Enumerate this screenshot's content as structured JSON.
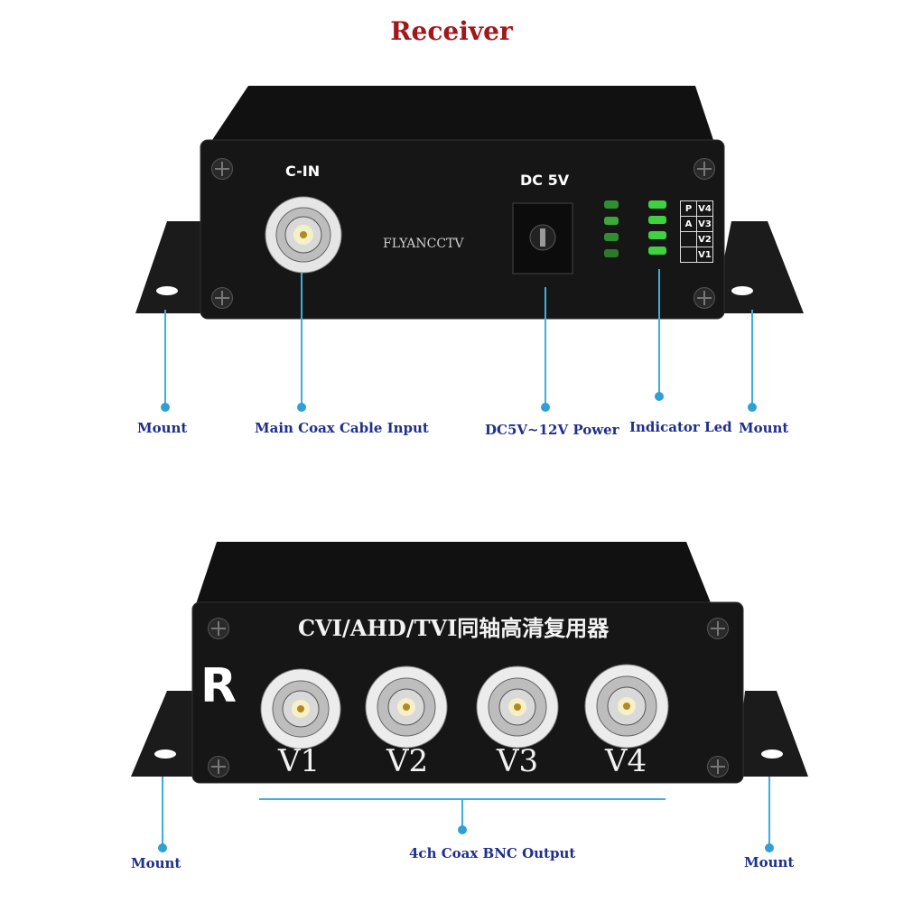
{
  "title": "Receiver",
  "colors": {
    "title": "#a3171b",
    "callout": "#1e2f8c",
    "line": "#3aaee0",
    "led": "#3fd13f"
  },
  "top_device": {
    "cin_label": "C-IN",
    "dc_label": "DC 5V",
    "brand": "FLYANCCTV",
    "led_table": [
      [
        "P",
        "V4"
      ],
      [
        "A",
        "V3"
      ],
      [
        "",
        "V2"
      ],
      [
        "",
        "V1"
      ]
    ]
  },
  "top_callouts": {
    "mount_left": "Mount",
    "coax_input": "Main Coax Cable Input",
    "power": "DC5V~12V Power",
    "indicator": "Indicator Led",
    "mount_right": "Mount"
  },
  "bottom_device": {
    "header": "CVI/AHD/TVI同轴高清复用器",
    "side_letter": "R",
    "ports": [
      "V1",
      "V2",
      "V3",
      "V4"
    ]
  },
  "bottom_callouts": {
    "mount_left": "Mount",
    "bnc_output": "4ch Coax BNC Output",
    "mount_right": "Mount"
  }
}
